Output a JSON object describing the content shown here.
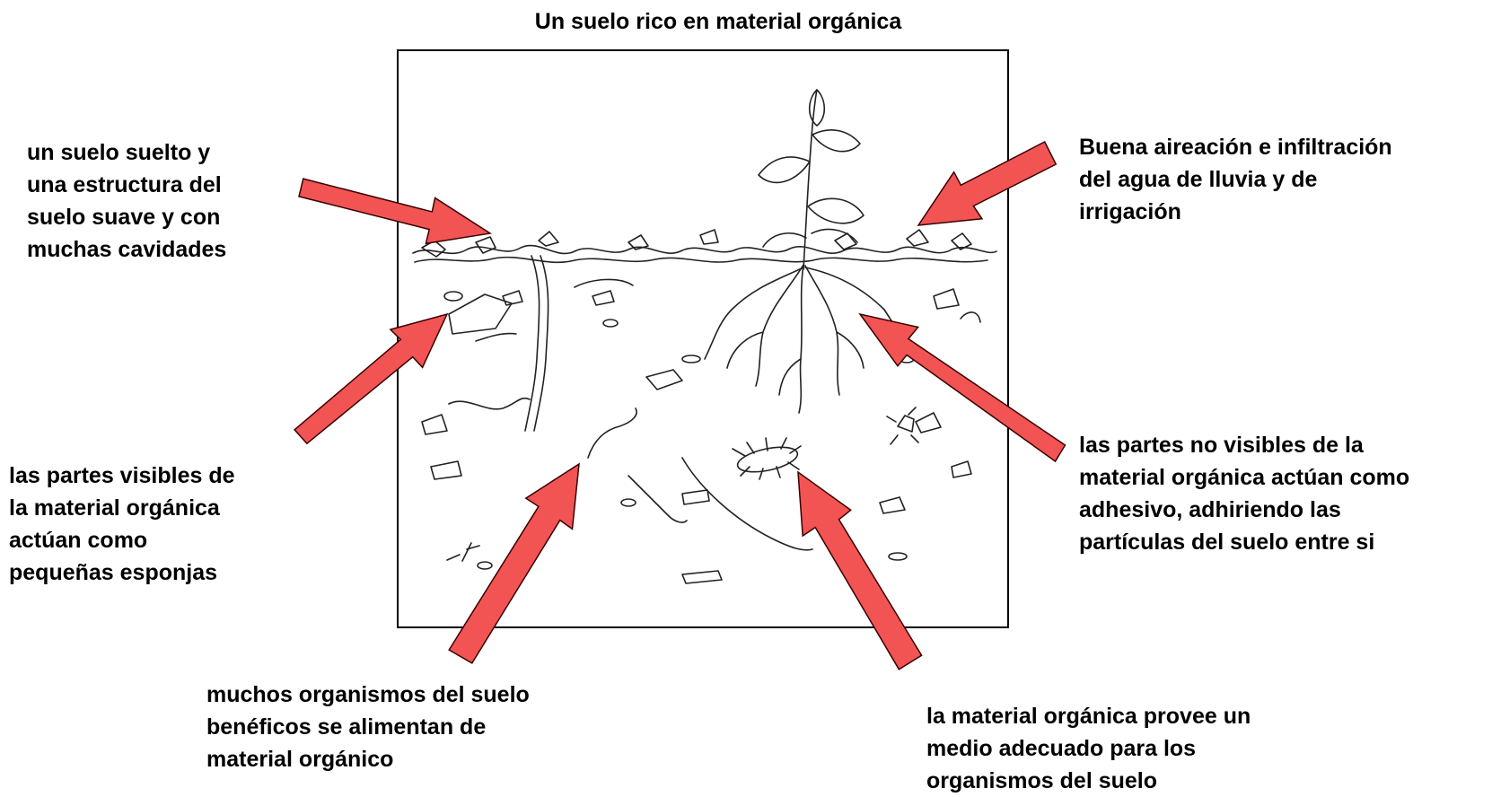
{
  "title": "Un suelo rico en material orgánica",
  "labels": {
    "top_left": "un suelo suelto y\nuna estructura del\nsuelo suave y con\nmuchas cavidades",
    "top_right": "Buena aireación e infiltración\ndel agua de lluvia y de\nirrigación",
    "middle_left": "las partes visibles de\nla material orgánica\nactúan como\npequeñas esponjas",
    "middle_right": "las partes no visibles de la\nmaterial orgánica actúan como\nadhesivo, adhiriendo las\npartículas del suelo entre si",
    "bottom_left": "muchos organismos del suelo\nbenéficos se alimentan de\nmaterial orgánico",
    "bottom_right": "la material orgánica provee un\nmedio adecuado para los\norganismos del suelo"
  },
  "colors": {
    "arrow_fill": "#f25454",
    "arrow_stroke": "#3a0000",
    "sketch": "#222222"
  }
}
